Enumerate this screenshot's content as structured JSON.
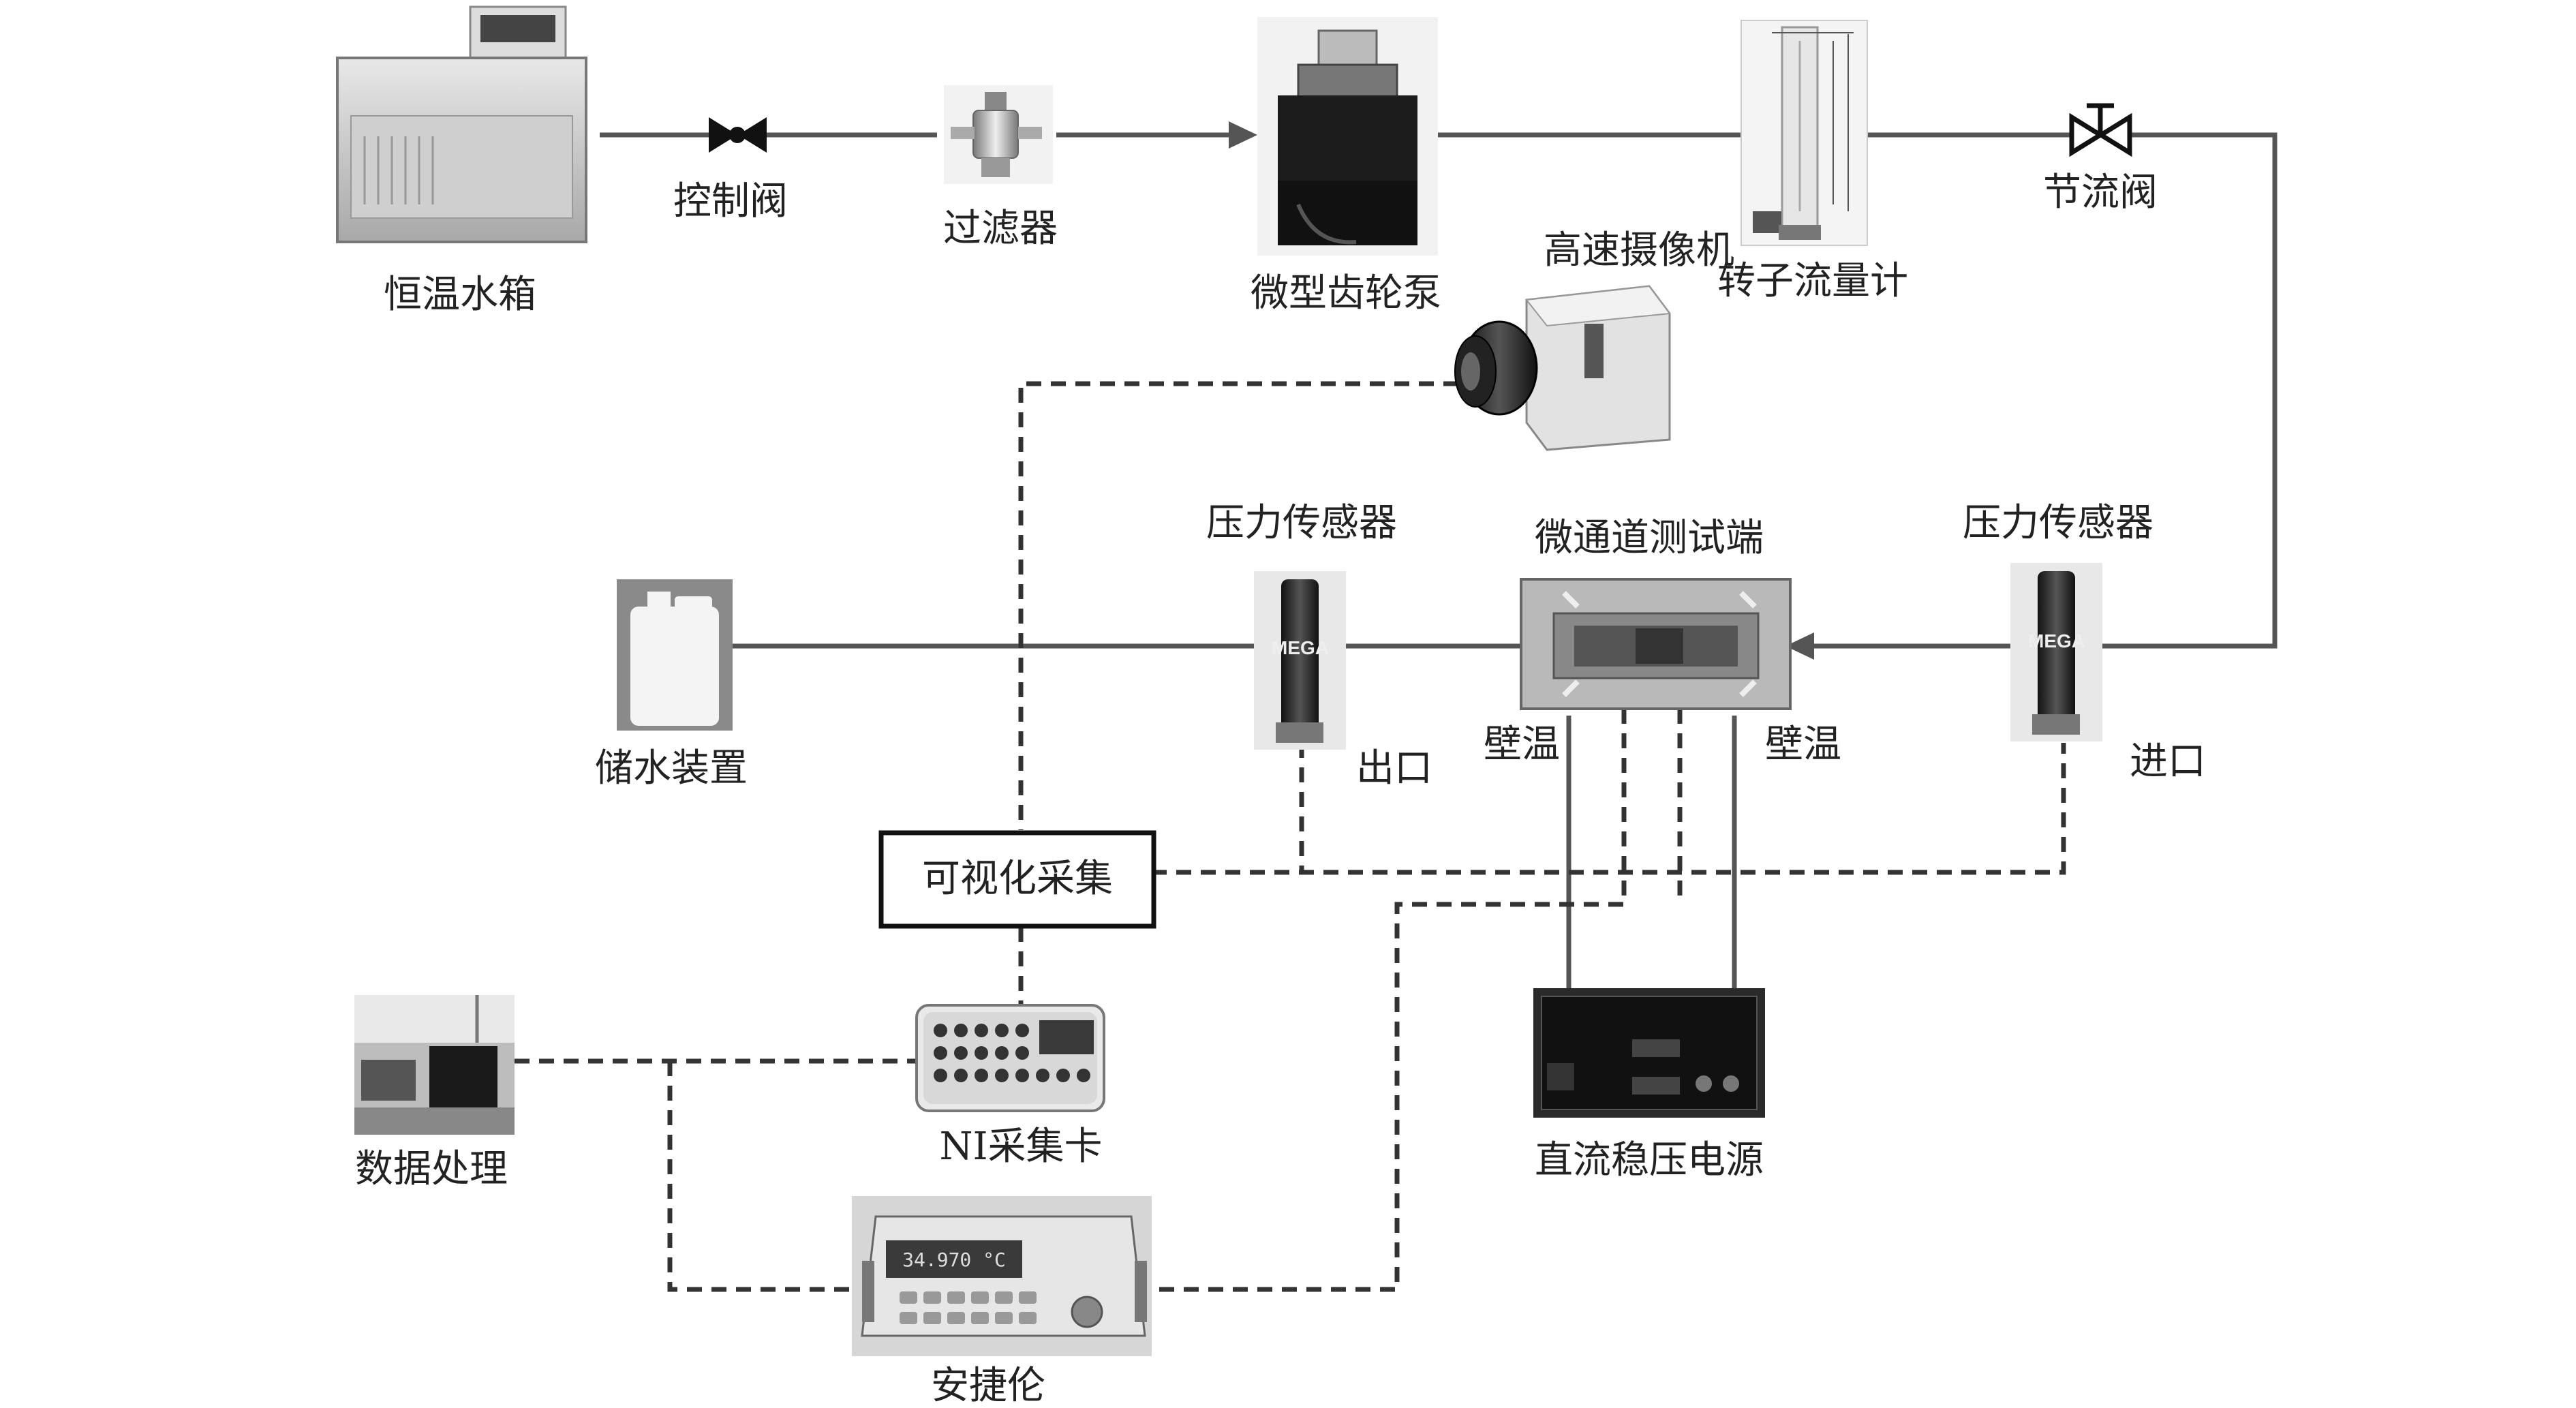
{
  "labels": {
    "thermostat_tank": "恒温水箱",
    "control_valve": "控制阀",
    "filter": "过滤器",
    "micro_gear_pump": "微型齿轮泵",
    "high_speed_camera": "高速摄像机",
    "rotameter": "转子流量计",
    "throttle_valve": "节流阀",
    "pressure_sensor_left": "压力传感器",
    "microchannel_test": "微通道测试端",
    "pressure_sensor_right": "压力传感器",
    "water_storage": "储水装置",
    "outlet": "出口",
    "wall_temp_left": "壁温",
    "wall_temp_right": "壁温",
    "inlet": "进口",
    "visual_acquisition": "可视化采集",
    "data_processing": "数据处理",
    "ni_card": "NI采集卡",
    "dc_power": "直流稳压电源",
    "agilent": "安捷伦"
  },
  "device_text": {
    "pressure_brand": "MEGA",
    "agilent_display": "34.970 °C"
  },
  "colors": {
    "line": "#555555",
    "dashed": "#333333"
  }
}
